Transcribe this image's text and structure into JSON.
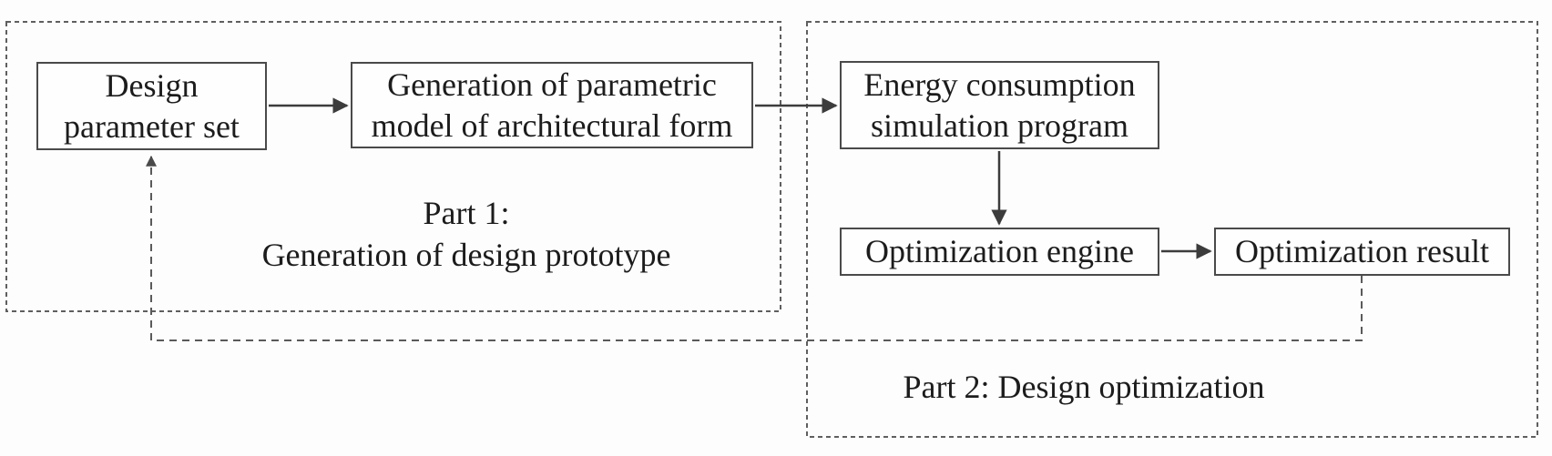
{
  "flowchart": {
    "part1": {
      "label": "Part 1:\nGeneration of design prototype",
      "nodes": {
        "design_parameter_set": "Design\nparameter set",
        "parametric_model": "Generation of parametric\nmodel of architectural form"
      }
    },
    "part2": {
      "label": "Part 2: Design optimization",
      "nodes": {
        "energy_simulation": "Energy consumption\nsimulation program",
        "optimization_engine": "Optimization engine",
        "optimization_result": "Optimization result"
      }
    },
    "edges": [
      {
        "from": "design_parameter_set",
        "to": "parametric_model",
        "style": "solid"
      },
      {
        "from": "parametric_model",
        "to": "energy_simulation",
        "style": "solid"
      },
      {
        "from": "energy_simulation",
        "to": "optimization_engine",
        "style": "solid"
      },
      {
        "from": "optimization_engine",
        "to": "optimization_result",
        "style": "solid"
      },
      {
        "from": "optimization_result",
        "to": "design_parameter_set",
        "style": "dashed"
      }
    ],
    "colors": {
      "background": "#fdfdfd",
      "node_border": "#4a4a4a",
      "container_border": "#5f5f5f",
      "arrow": "#3c3c3c",
      "text": "#1c1c1c"
    }
  }
}
